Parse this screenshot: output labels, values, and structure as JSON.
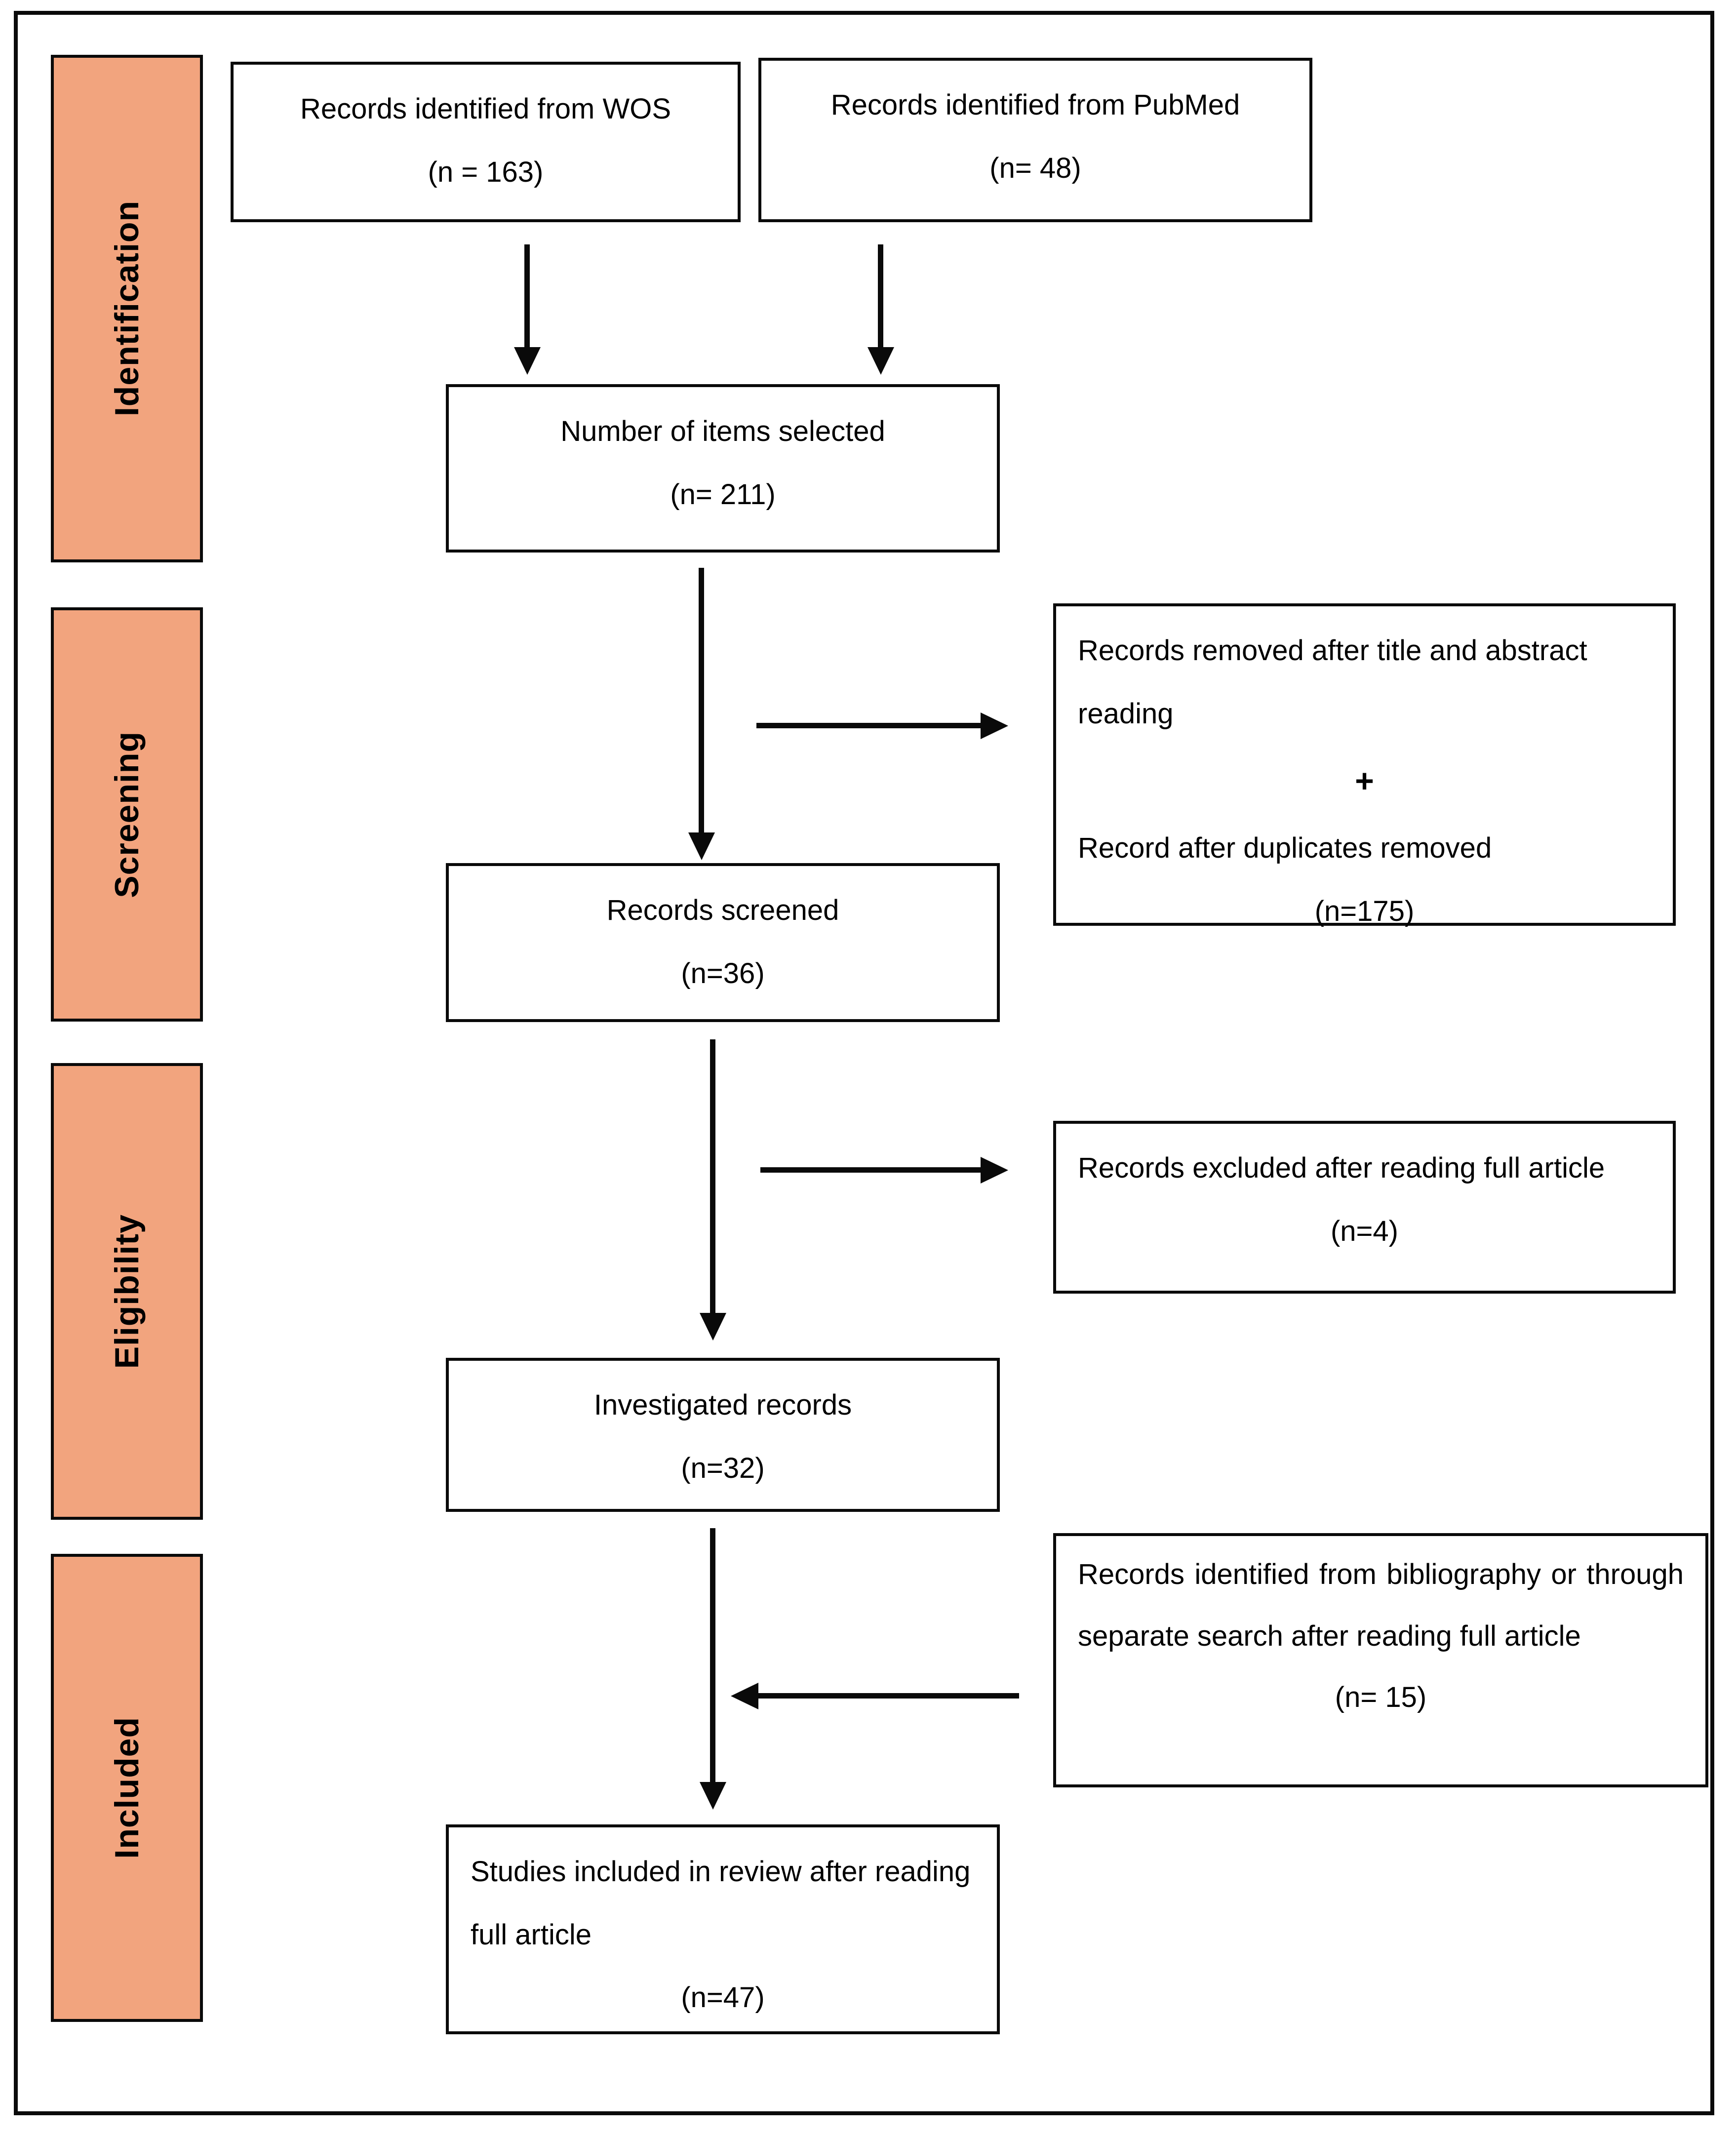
{
  "colors": {
    "sidebar_fill": "#F2A47E",
    "line_and_border": "#0A0A0A",
    "background": "#FFFFFF"
  },
  "sidebar": {
    "stages": [
      {
        "label": "Identification"
      },
      {
        "label": "Screening"
      },
      {
        "label": "Eligibility"
      },
      {
        "label": "Included"
      }
    ]
  },
  "boxes": {
    "wos": {
      "title": "Records identified from WOS",
      "n": "(n = 163)"
    },
    "pubmed": {
      "title": "Records identified from PubMed",
      "n": "(n= 48)"
    },
    "selected": {
      "title": "Number of items selected",
      "n": "(n= 211)"
    },
    "removed": {
      "line1": "Records removed after title and abstract reading",
      "plus": "+",
      "line2": "Record after duplicates removed",
      "n": "(n=175)"
    },
    "screened": {
      "title": "Records screened",
      "n": "(n=36)"
    },
    "excluded": {
      "title": "Records excluded after reading full article",
      "n": "(n=4)"
    },
    "investigated": {
      "title": "Investigated records",
      "n": "(n=32)"
    },
    "bibliography": {
      "title": "Records identified from bibliography or through separate search after reading full article",
      "n": "(n= 15)"
    },
    "studies": {
      "title": "Studies included in review after reading full article",
      "n": "(n=47)"
    }
  }
}
